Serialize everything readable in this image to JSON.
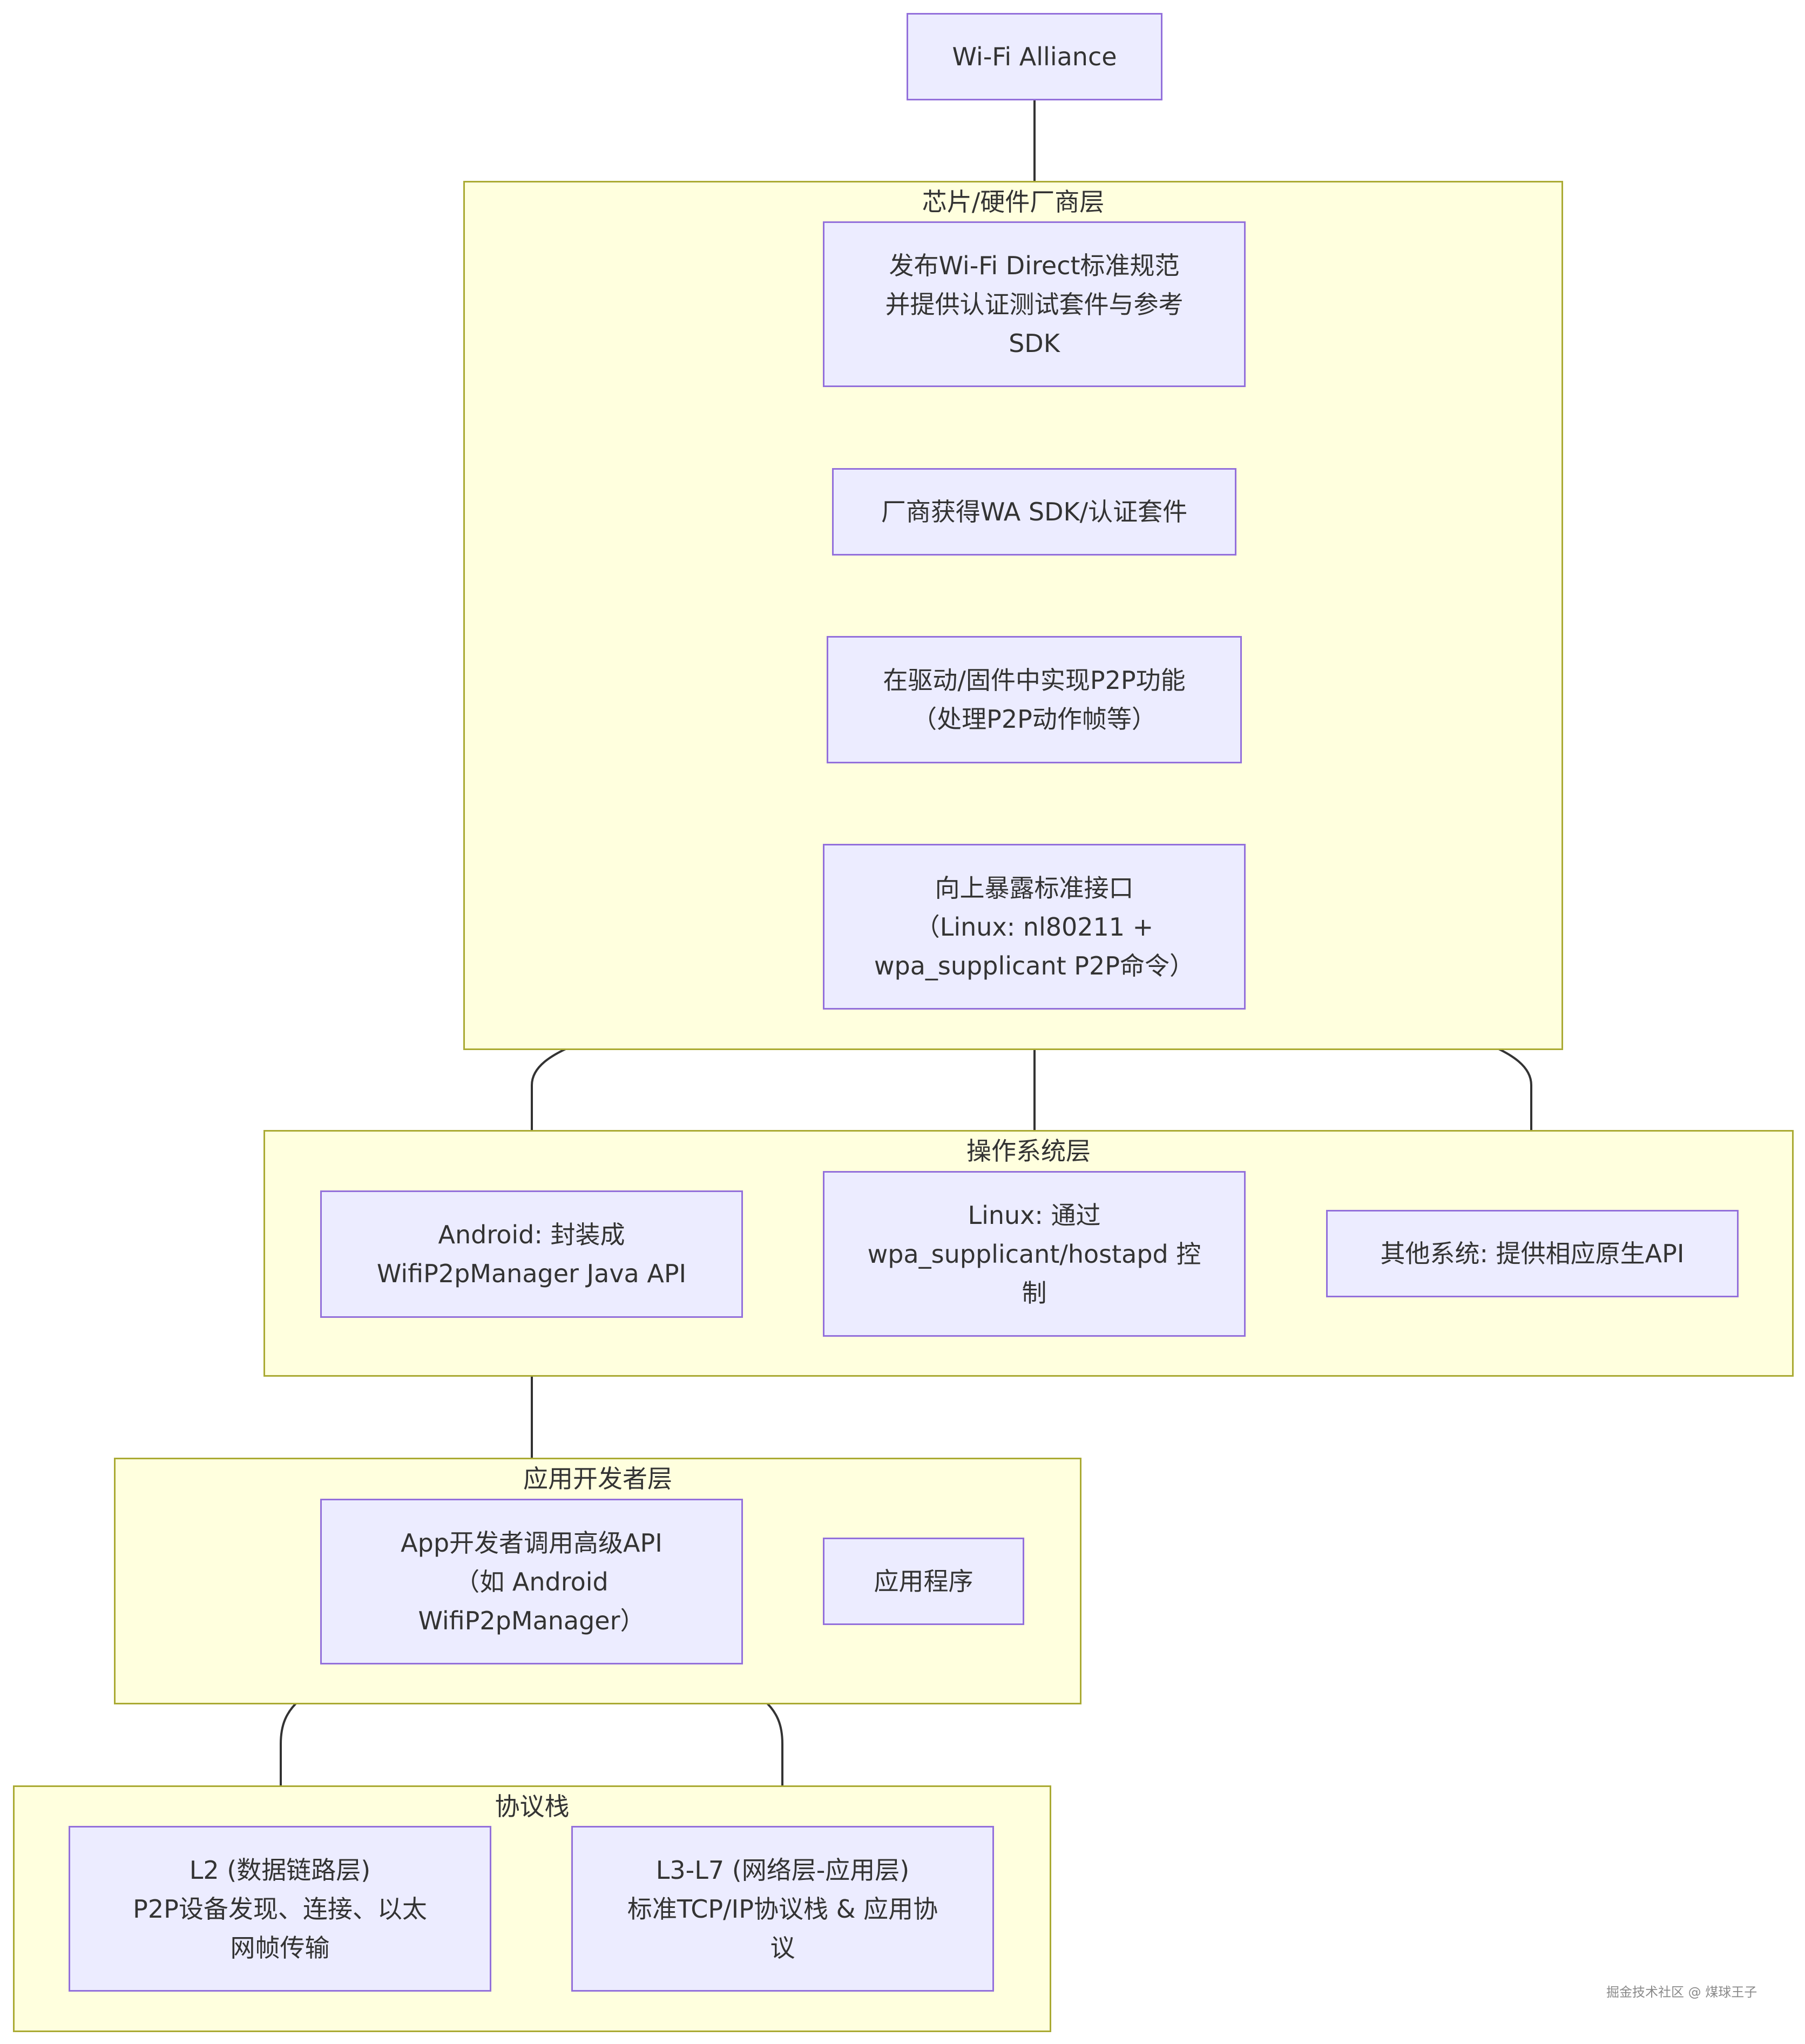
{
  "top_node": {
    "label": "Wi-Fi Alliance"
  },
  "clusters": {
    "chip": {
      "title": "芯片/硬件厂商层",
      "nodes": {
        "publish": "发布Wi-Fi Direct标准规范\n并提供认证测试套件与参考\nSDK",
        "vendor_sdk": "厂商获得WA SDK/认证套件",
        "driver": "在驱动/固件中实现P2P功能\n（处理P2P动作帧等）",
        "expose": "向上暴露标准接口\n（Linux: nl80211 +\nwpa_supplicant P2P命令）"
      }
    },
    "os": {
      "title": "操作系统层",
      "nodes": {
        "android": "Android: 封装成\nWifiP2pManager Java API",
        "linux": "Linux: 通过\nwpa_supplicant/hostapd 控\n制",
        "other": "其他系统: 提供相应原生API"
      }
    },
    "app": {
      "title": "应用开发者层",
      "nodes": {
        "dev": "App开发者调用高级API\n（如 Android\nWifiP2pManager）",
        "program": "应用程序"
      }
    },
    "stack": {
      "title": "协议栈",
      "nodes": {
        "l2": "L2 (数据链路层)\nP2P设备发现、连接、以太\n网帧传输",
        "l3": "L3-L7 (网络层-应用层)\n标准TCP/IP协议栈 & 应用协\n议"
      }
    }
  },
  "watermark": "掘金技术社区 @ 煤球王子",
  "colors": {
    "node_fill": "#ececff",
    "node_border": "#9370db",
    "cluster_fill": "#ffffde",
    "cluster_border": "#aaaa33",
    "edge": "#333333"
  }
}
